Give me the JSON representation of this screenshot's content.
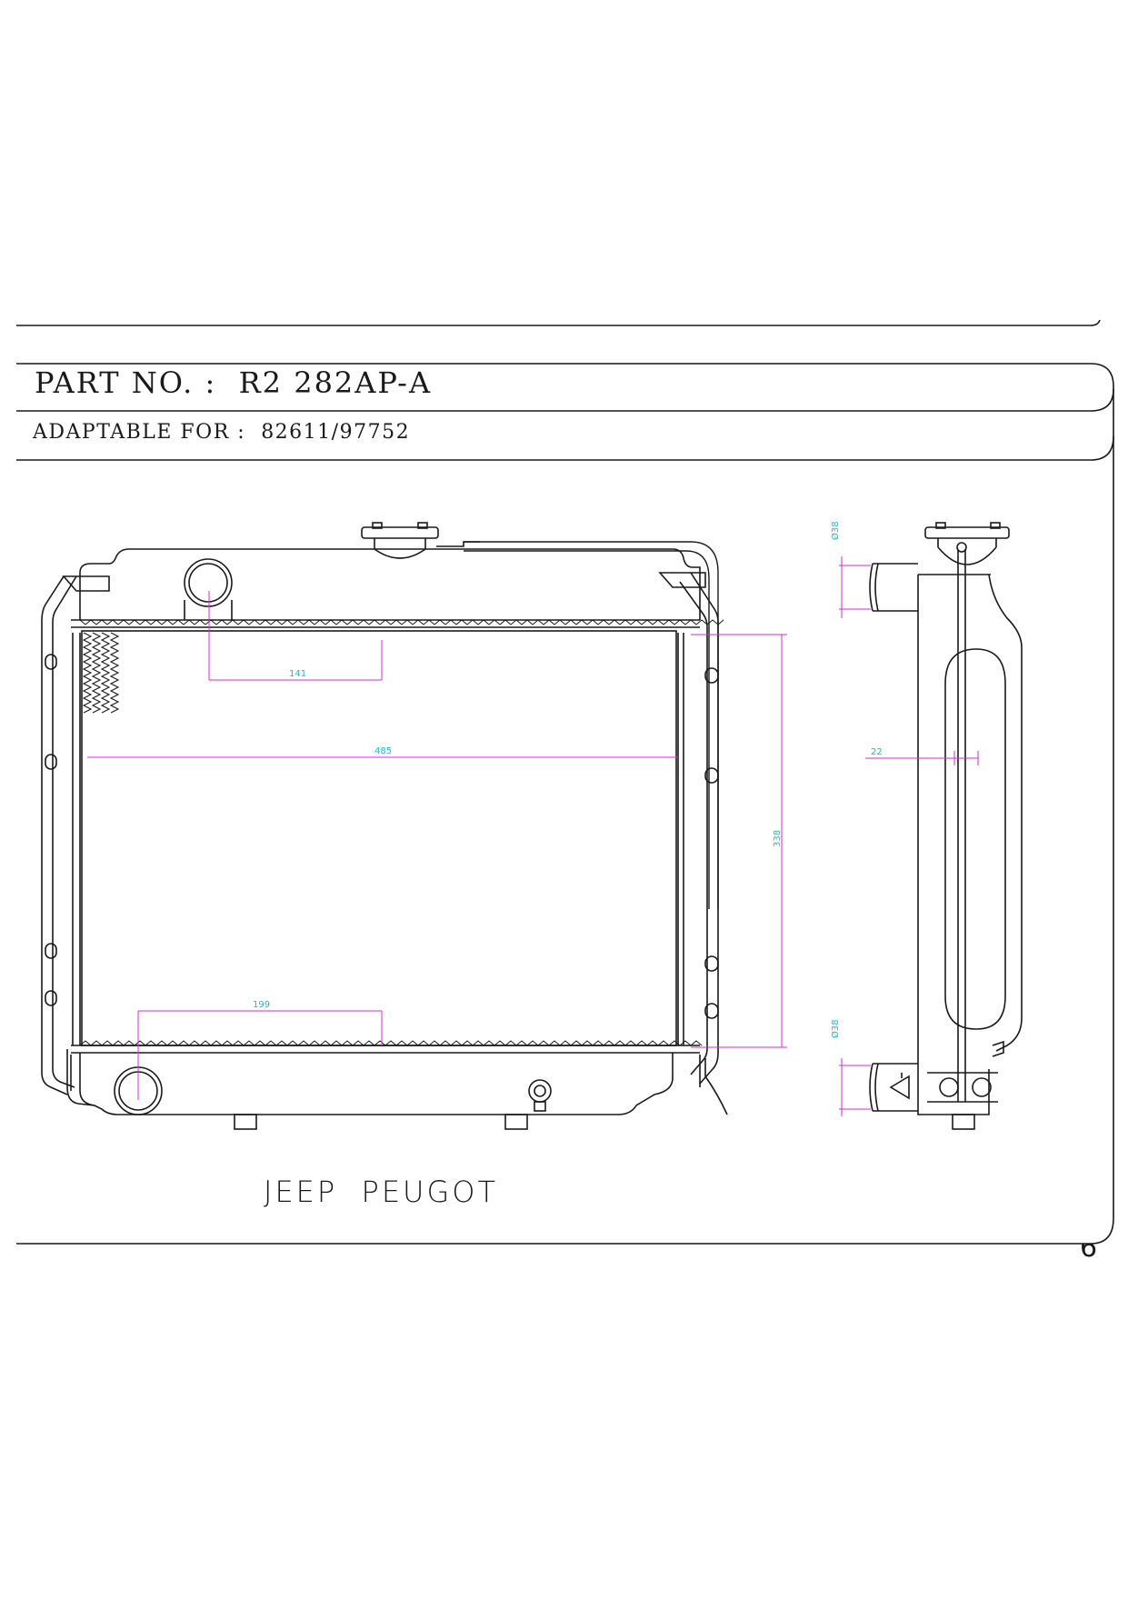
{
  "header": {
    "part_label": "PART NO. :",
    "part_number": "R2 282AP-A",
    "adaptable_label": "ADAPTABLE FOR :",
    "adaptable_value": "82611/97752"
  },
  "footer": {
    "brand": "JEEP  PEUGOT",
    "page_number": "6"
  },
  "dimensions": {
    "front_outlet_offset": "141",
    "core_width": "485",
    "core_height": "338",
    "front_inlet_offset": "199",
    "side_inlet_diameter": "Ø38",
    "side_outlet_diameter": "Ø38",
    "core_thickness": "22"
  },
  "colors": {
    "line": "#1a1a1a",
    "dimension_line": "#d62bd6",
    "dimension_text": "#1fb7c9"
  }
}
